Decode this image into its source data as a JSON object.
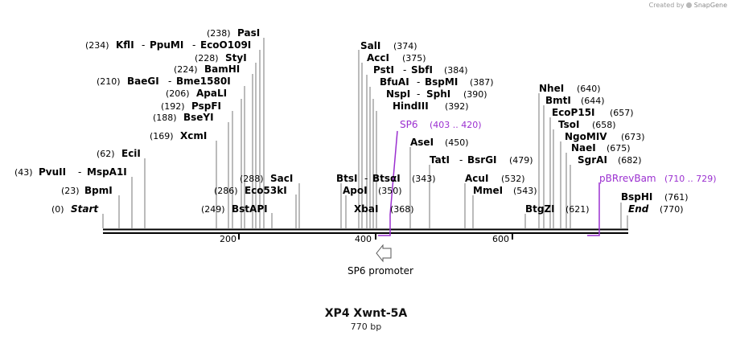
{
  "credit": {
    "prefix": "Created by",
    "brand": "SnapGene",
    "icon": "snapgene-logo-icon"
  },
  "map": {
    "name": "XP4 Xwnt-5A",
    "length_label": "770 bp",
    "length": 770,
    "ticks": [
      {
        "pos": 200,
        "label": "200"
      },
      {
        "pos": 400,
        "label": "400"
      },
      {
        "pos": 600,
        "label": "600"
      }
    ],
    "sites": [
      {
        "names": [
          "Start"
        ],
        "pos": "(0)",
        "italic": true,
        "side": "right"
      },
      {
        "names": [
          "BpmI"
        ],
        "pos": "(23)",
        "side": "right"
      },
      {
        "names": [
          "PvuII",
          "MspA1I"
        ],
        "pos": "(43)",
        "side": "right"
      },
      {
        "names": [
          "EciI"
        ],
        "pos": "(62)",
        "side": "right"
      },
      {
        "names": [
          "XcmI"
        ],
        "pos": "(169)",
        "side": "right"
      },
      {
        "names": [
          "BseYI"
        ],
        "pos": "(188)",
        "side": "right"
      },
      {
        "names": [
          "PspFI"
        ],
        "pos": "(192)",
        "side": "right"
      },
      {
        "names": [
          "ApaLI"
        ],
        "pos": "(206)",
        "side": "right"
      },
      {
        "names": [
          "BaeGI",
          "Bme1580I"
        ],
        "pos": "(210)",
        "side": "right"
      },
      {
        "names": [
          "BamHI"
        ],
        "pos": "(224)",
        "side": "right"
      },
      {
        "names": [
          "StyI"
        ],
        "pos": "(228)",
        "side": "right"
      },
      {
        "names": [
          "KflI",
          "PpuMI",
          "EcoO109I"
        ],
        "pos": "(234)",
        "side": "right"
      },
      {
        "names": [
          "PasI"
        ],
        "pos": "(238)",
        "side": "right"
      },
      {
        "names": [
          "BstAPI"
        ],
        "pos": "(249)",
        "side": "right"
      },
      {
        "names": [
          "Eco53kI"
        ],
        "pos": "(286)",
        "side": "right"
      },
      {
        "names": [
          "SacI"
        ],
        "pos": "(288)",
        "side": "right"
      },
      {
        "names": [
          "SalI"
        ],
        "pos": "(374)",
        "side": "left"
      },
      {
        "names": [
          "AccI"
        ],
        "pos": "(375)",
        "side": "left"
      },
      {
        "names": [
          "PstI",
          "SbfI"
        ],
        "pos": "(384)",
        "side": "left"
      },
      {
        "names": [
          "BfuAI",
          "BspMI"
        ],
        "pos": "(387)",
        "side": "left"
      },
      {
        "names": [
          "NspI",
          "SphI"
        ],
        "pos": "(390)",
        "side": "left"
      },
      {
        "names": [
          "HindIII"
        ],
        "pos": "(392)",
        "side": "left"
      },
      {
        "names": [
          "AseI"
        ],
        "pos": "(450)",
        "side": "left"
      },
      {
        "names": [
          "TatI",
          "BsrGI"
        ],
        "pos": "(479)",
        "side": "left"
      },
      {
        "names": [
          "BtsI",
          "BtsαI"
        ],
        "pos": "(343)",
        "side": "left"
      },
      {
        "names": [
          "ApoI"
        ],
        "pos": "(350)",
        "side": "left"
      },
      {
        "names": [
          "XbaI"
        ],
        "pos": "(368)",
        "side": "left"
      },
      {
        "names": [
          "AcuI"
        ],
        "pos": "(532)",
        "side": "left"
      },
      {
        "names": [
          "MmeI"
        ],
        "pos": "(543)",
        "side": "left"
      },
      {
        "names": [
          "NheI"
        ],
        "pos": "(640)",
        "side": "left"
      },
      {
        "names": [
          "BmtI"
        ],
        "pos": "(644)",
        "side": "left"
      },
      {
        "names": [
          "EcoP15I"
        ],
        "pos": "(657)",
        "side": "left"
      },
      {
        "names": [
          "TsoI"
        ],
        "pos": "(658)",
        "side": "left"
      },
      {
        "names": [
          "NgoMIV"
        ],
        "pos": "(673)",
        "side": "left"
      },
      {
        "names": [
          "NaeI"
        ],
        "pos": "(675)",
        "side": "left"
      },
      {
        "names": [
          "SgrAI"
        ],
        "pos": "(682)",
        "side": "left"
      },
      {
        "names": [
          "BtgZI"
        ],
        "pos": "(621)",
        "side": "left"
      },
      {
        "names": [
          "BspHI"
        ],
        "pos": "(761)",
        "side": "left"
      },
      {
        "names": [
          "End"
        ],
        "pos": "(770)",
        "italic": true,
        "side": "left"
      }
    ],
    "primers": [
      {
        "name": "SP6",
        "range": "(403 .. 420)"
      },
      {
        "name": "pBRrevBam",
        "range": "(710 .. 729)"
      }
    ],
    "features": [
      {
        "name": "SP6 promoter",
        "icon": "promoter-arrow-icon"
      }
    ],
    "colors": {
      "primer": "#9b30d0",
      "backbone": "#000000",
      "line": "#777777",
      "text": "#000000"
    }
  }
}
